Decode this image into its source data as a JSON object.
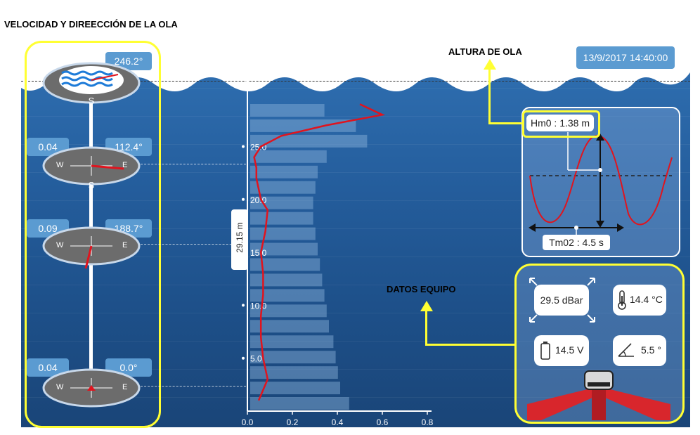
{
  "headings": {
    "velocity": "VELOCIDAD Y DIREECCIÓN DE LA OLA",
    "wave_height": "ALTURA DE OLA",
    "equipment": "DATOS EQUIPO"
  },
  "timestamp": "13/9/2017 14:40:00",
  "depth_label": "29.15 m",
  "compasses": [
    {
      "speed": "",
      "direction": "246.2°",
      "heading_deg": 246.2
    },
    {
      "speed": "0.04",
      "direction": "112.4°",
      "heading_deg": 112.4
    },
    {
      "speed": "0.09",
      "direction": "188.7°",
      "heading_deg": 188.7
    },
    {
      "speed": "0.04",
      "direction": "0.0°",
      "heading_deg": 0.0
    }
  ],
  "compass_letters": {
    "w": "W",
    "e": "E",
    "s": "S"
  },
  "wave_panel": {
    "hm0": "Hm0 : 1.38 m",
    "tm02": "Tm02 : 4.5 s"
  },
  "equipment": {
    "pressure": "29.5 dBar",
    "temperature": "14.4 °C",
    "voltage": "14.5 V",
    "tilt": "5.5 °"
  },
  "colors": {
    "accent": "#5b9bd1",
    "highlight": "#ffff33",
    "profile": "#e0141e"
  },
  "chart_data": {
    "type": "line",
    "x_ticks": [
      "0.0",
      "0.2",
      "0.4",
      "0.6",
      "0.8"
    ],
    "y_ticks": [
      "5.0",
      "10.0",
      "15.0",
      "20.0",
      "25.0"
    ],
    "xlim": [
      0,
      0.8
    ],
    "ylim": [
      0,
      29.15
    ],
    "series": [
      {
        "depth": [
          1,
          3,
          5,
          7,
          9,
          11,
          13,
          15,
          17,
          19,
          20,
          21,
          22,
          23,
          24,
          25,
          26,
          27,
          28,
          29
        ],
        "velocity": [
          0.05,
          0.09,
          0.07,
          0.06,
          0.06,
          0.07,
          0.07,
          0.06,
          0.08,
          0.09,
          0.06,
          0.05,
          0.04,
          0.04,
          0.03,
          0.06,
          0.15,
          0.35,
          0.6,
          0.5
        ]
      }
    ],
    "bars": [
      0.44,
      0.4,
      0.39,
      0.38,
      0.37,
      0.35,
      0.34,
      0.33,
      0.32,
      0.31,
      0.3,
      0.29,
      0.28,
      0.28,
      0.29,
      0.3,
      0.34,
      0.52,
      0.47,
      0.33
    ]
  }
}
